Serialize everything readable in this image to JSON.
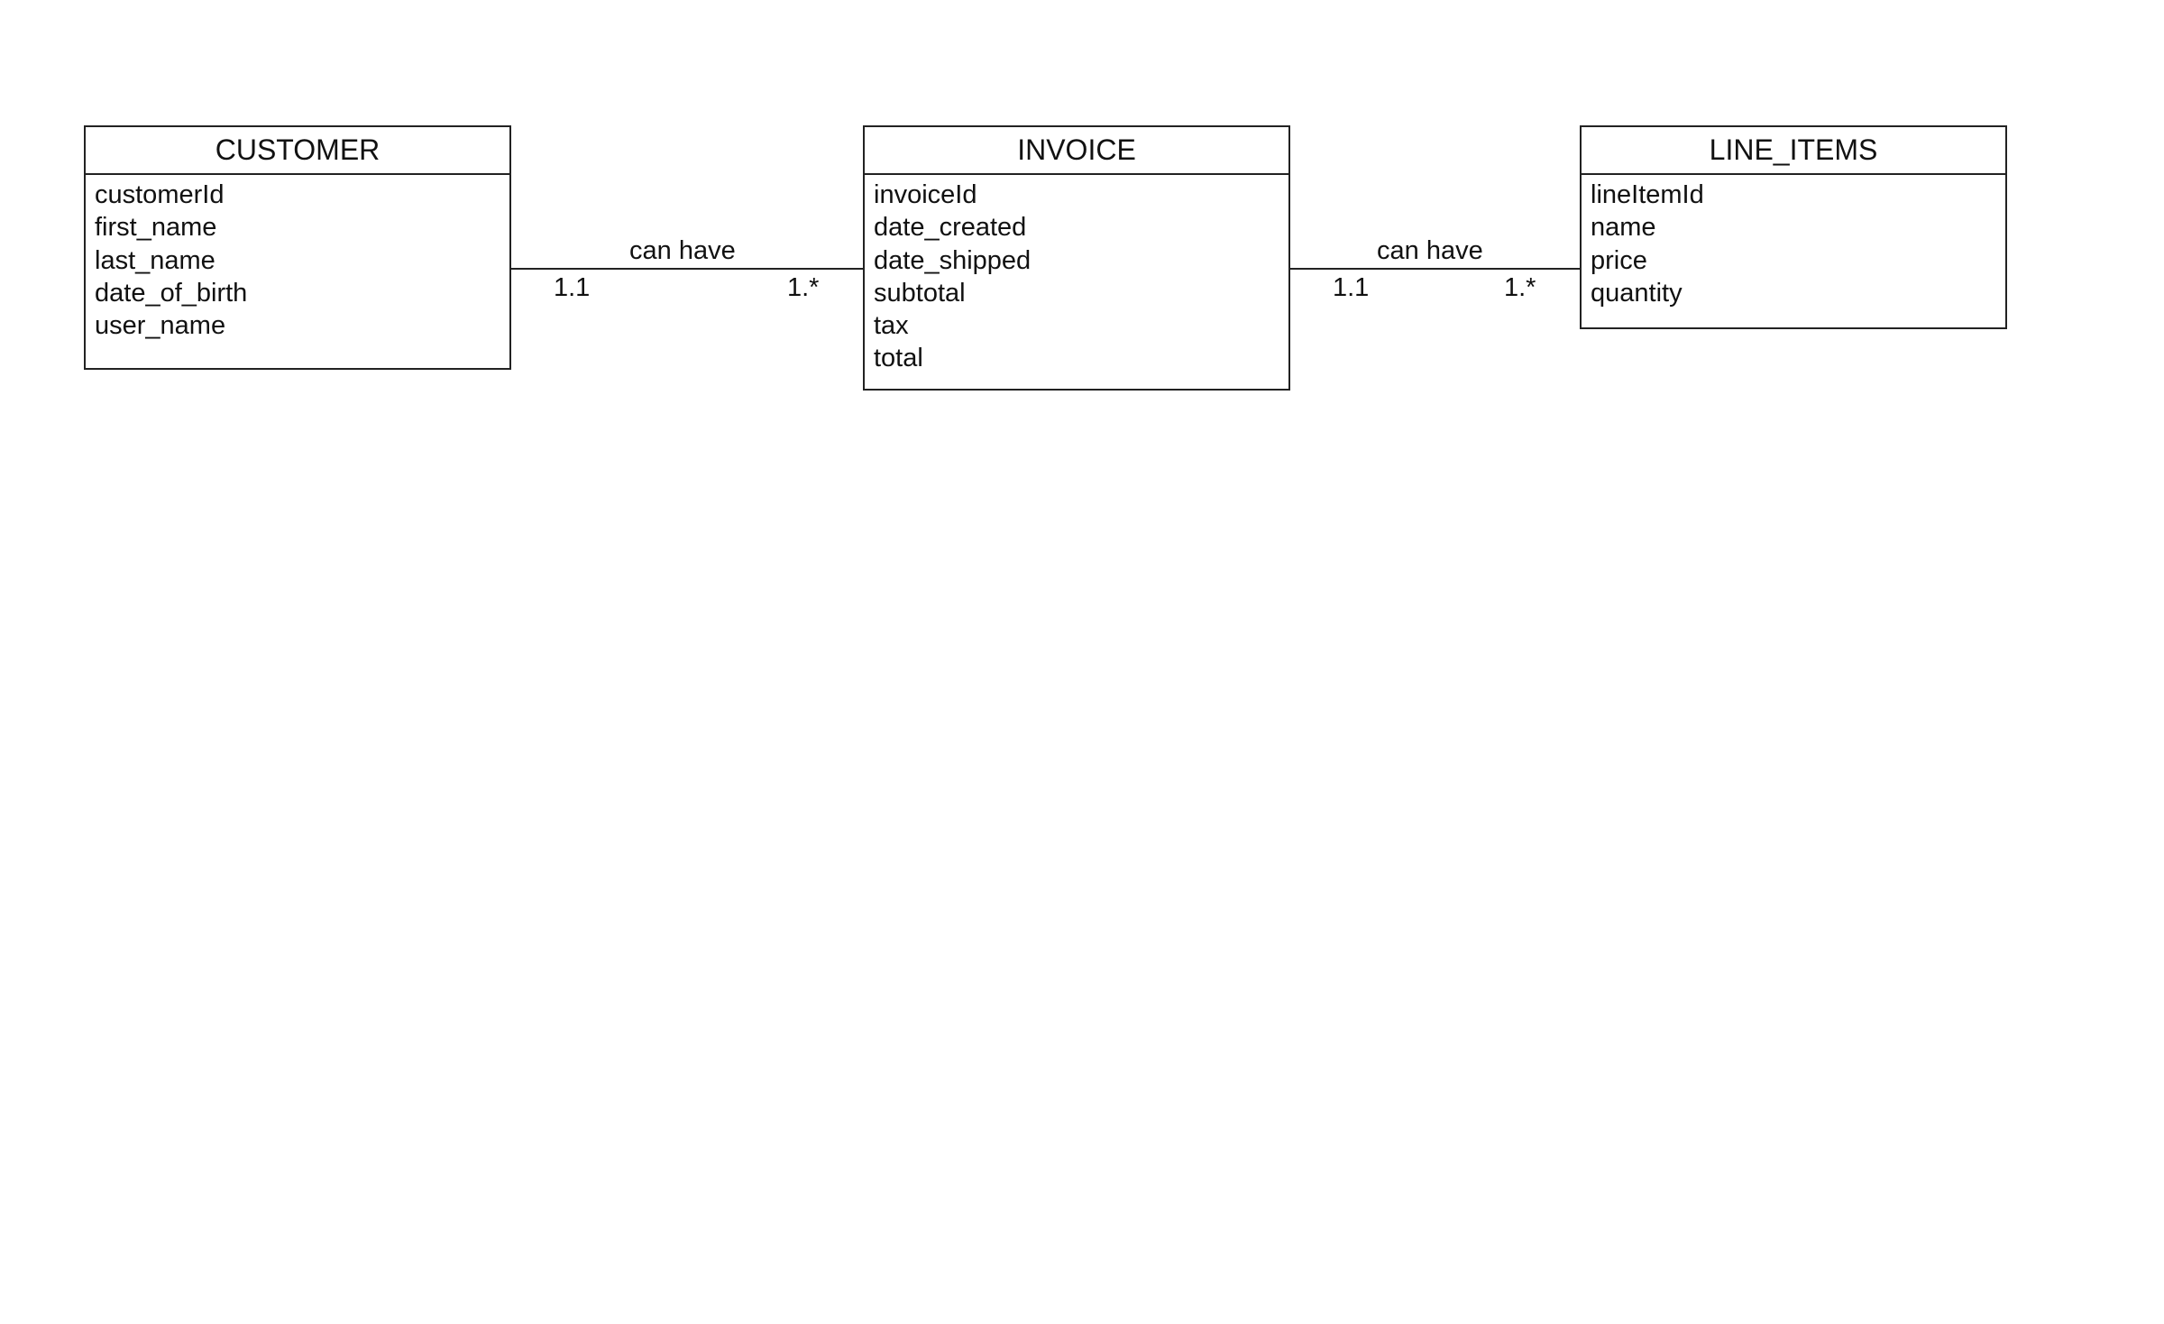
{
  "entities": [
    {
      "name": "CUSTOMER",
      "attributes": [
        "customerId",
        "first_name",
        "last_name",
        "date_of_birth",
        "user_name"
      ]
    },
    {
      "name": "INVOICE",
      "attributes": [
        "invoiceId",
        "date_created",
        "date_shipped",
        "subtotal",
        "tax",
        "total"
      ]
    },
    {
      "name": "LINE_ITEMS",
      "attributes": [
        "lineItemId",
        "name",
        "price",
        "quantity"
      ]
    }
  ],
  "relationships": [
    {
      "from": "CUSTOMER",
      "to": "INVOICE",
      "label": "can have",
      "from_cardinality": "1.1",
      "to_cardinality": "1.*"
    },
    {
      "from": "INVOICE",
      "to": "LINE_ITEMS",
      "label": "can have",
      "from_cardinality": "1.1",
      "to_cardinality": "1.*"
    }
  ]
}
